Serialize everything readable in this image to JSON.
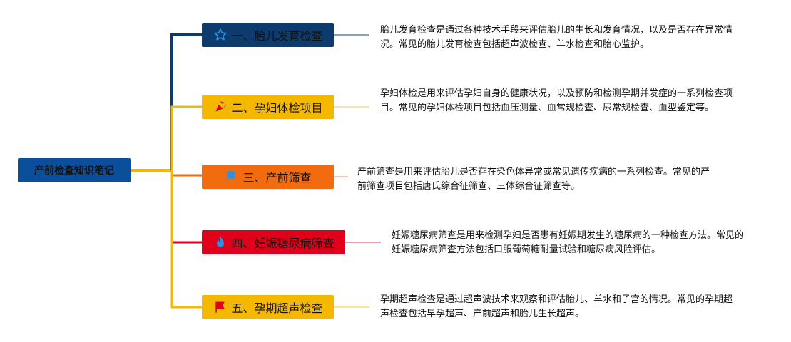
{
  "root": {
    "label": "产前检查知识笔记"
  },
  "branches": [
    {
      "label": "一、胎儿发育检查",
      "icon": "star-outline-icon",
      "color": "#0d3b6e",
      "desc": "胎儿发育检查是通过各种技术手段来评估胎儿的生长和发育情况，以及是否存在异常情况。常见的胎儿发育检查包括超声波检查、羊水检查和胎心监护。"
    },
    {
      "label": "二、孕妇体检项目",
      "icon": "confetti-icon",
      "color": "#f5b800",
      "desc": "孕妇体检是用来评估孕妇自身的健康状况，以及预防和检测孕期并发症的一系列检查项目。常见的孕妇体检项目包括血压测量、血常规检查、尿常规检查、血型鉴定等。"
    },
    {
      "label": "三、产前筛查",
      "icon": "flag-blue-icon",
      "color": "#f26b0f",
      "desc": "产前筛查是用来评估胎儿是否存在染色体异常或常见遗传疾病的一系列检查。常见的产前筛查项目包括唐氏综合征筛查、三体综合征筛查等。"
    },
    {
      "label": "四、妊娠糖尿病筛查",
      "icon": "flame-icon",
      "color": "#e0001b",
      "desc": "妊娠糖尿病筛查是用来检测孕妇是否患有妊娠期发生的糖尿病的一种检查方法。常见的妊娠糖尿病筛查方法包括口服葡萄糖耐量试验和糖尿病风险评估。"
    },
    {
      "label": "五、孕期超声检查",
      "icon": "flag-red-icon",
      "color": "#f5b800",
      "desc": "孕期超声检查是通过超声波技术来观察和评估胎儿、羊水和子宫的情况。常见的孕期超声检查包括早孕超声、产前超声和胎儿生长超声。"
    }
  ]
}
